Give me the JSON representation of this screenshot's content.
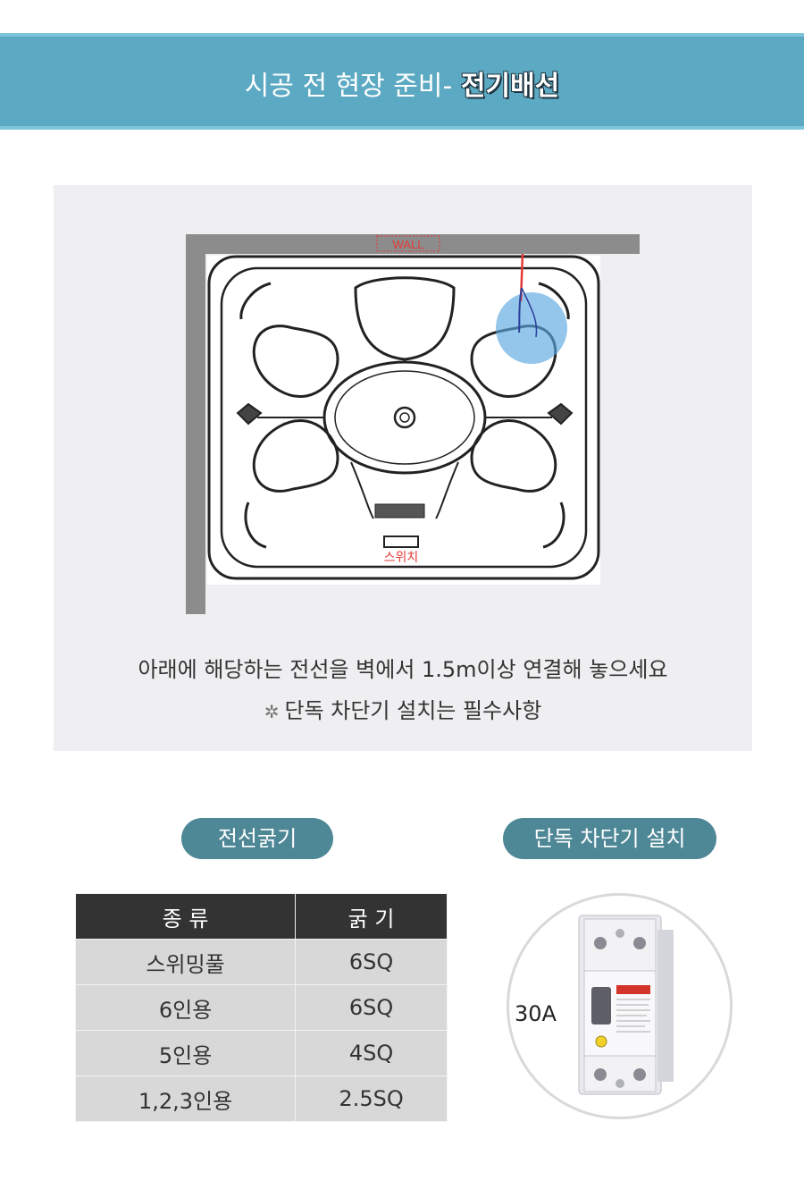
{
  "header": {
    "title_prefix": "시공 전 현장 준비- ",
    "title_emphasis": "전기배선"
  },
  "diagram": {
    "wall_label": "WALL",
    "switch_label": "스위치"
  },
  "notes": {
    "line1": "아래에 해당하는 전선을 벽에서 1.5m이상 연결해 놓으세요",
    "line2_icon": "✲",
    "line2": "단독 차단기 설치는 필수사항"
  },
  "wire_section": {
    "title": "전선굵기",
    "table": {
      "headers": [
        "종 류",
        "굵 기"
      ],
      "rows": [
        [
          "스위밍풀",
          "6SQ"
        ],
        [
          "6인용",
          "6SQ"
        ],
        [
          "5인용",
          "4SQ"
        ],
        [
          "1,2,3인용",
          "2.5SQ"
        ]
      ]
    }
  },
  "breaker_section": {
    "title": "단독 차단기 설치",
    "amperage": "30A"
  },
  "colors": {
    "banner": "#5ca9c3",
    "pill": "#4e8796",
    "table_header": "#333333",
    "table_cell": "#d8d8d8",
    "wire": "#e53935",
    "highlight": "#5aa6e0"
  }
}
